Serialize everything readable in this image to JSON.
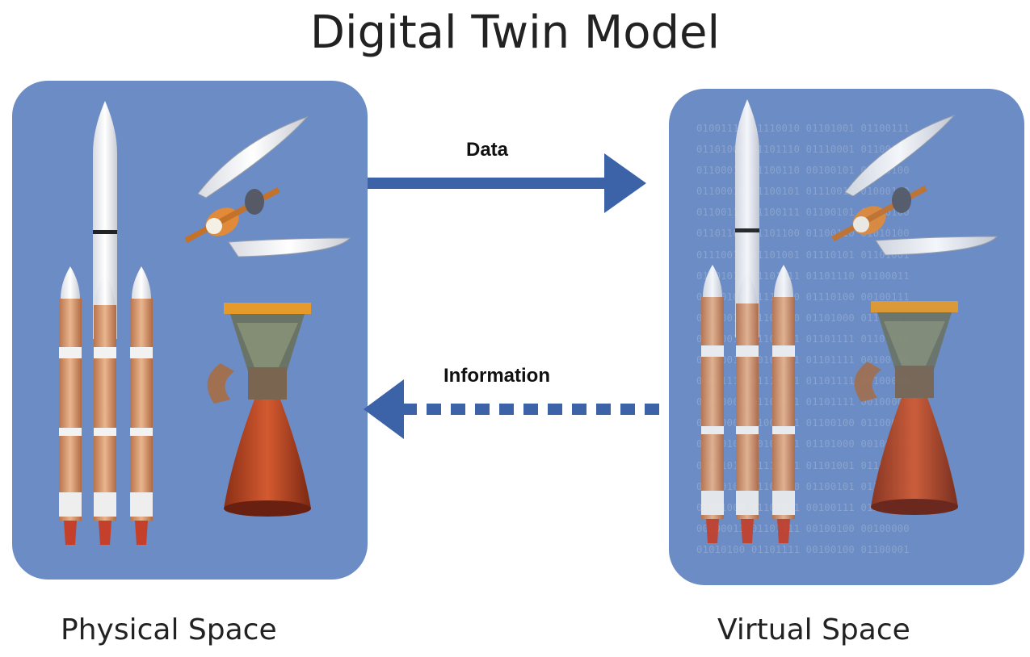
{
  "title": "Digital Twin Model",
  "arrows": {
    "data_label": "Data",
    "information_label": "Information"
  },
  "panels": {
    "physical_label": "Physical Space",
    "virtual_label": "Virtual Space"
  },
  "binary_rows": [
    "01001111 01110010 01101001 01100111",
    "01101001 01101110 01110001 01100111",
    "01100011 01100110 00100101 01110100",
    "01100010 01100101 01110011 01000100",
    "01100111 01100111 01100101 01110100",
    "01101100 01101100 01100110 01010100",
    "01110011 01101001 01110101 01101001",
    "01001011 01101111 01101110 01100011",
    "01110100 01110000 01110100 00100111",
    "00100011 01100100 01101000 01100101",
    "01100011 01100011 01101111 01101110",
    "01110011 00100101 01101111 00100100",
    "01001111 01110111 01101111 00100000",
    "01000001 01100001 01101111 00100000",
    "01100001 01001001 01100100 01100001",
    "00100100 00100001 01101000 00100000",
    "01001010 01110111 01101001 01101110",
    "01100100 01100100 01100101 01110100",
    "01001000 01100011 00100111 01110000",
    "00100011 01101111 00100100 00100000",
    "01010100 01101111 00100100 01100001"
  ],
  "colors": {
    "panel": "#6b8cc4",
    "arrow": "#3c62a8",
    "binary_text": "#8aa3ce"
  }
}
